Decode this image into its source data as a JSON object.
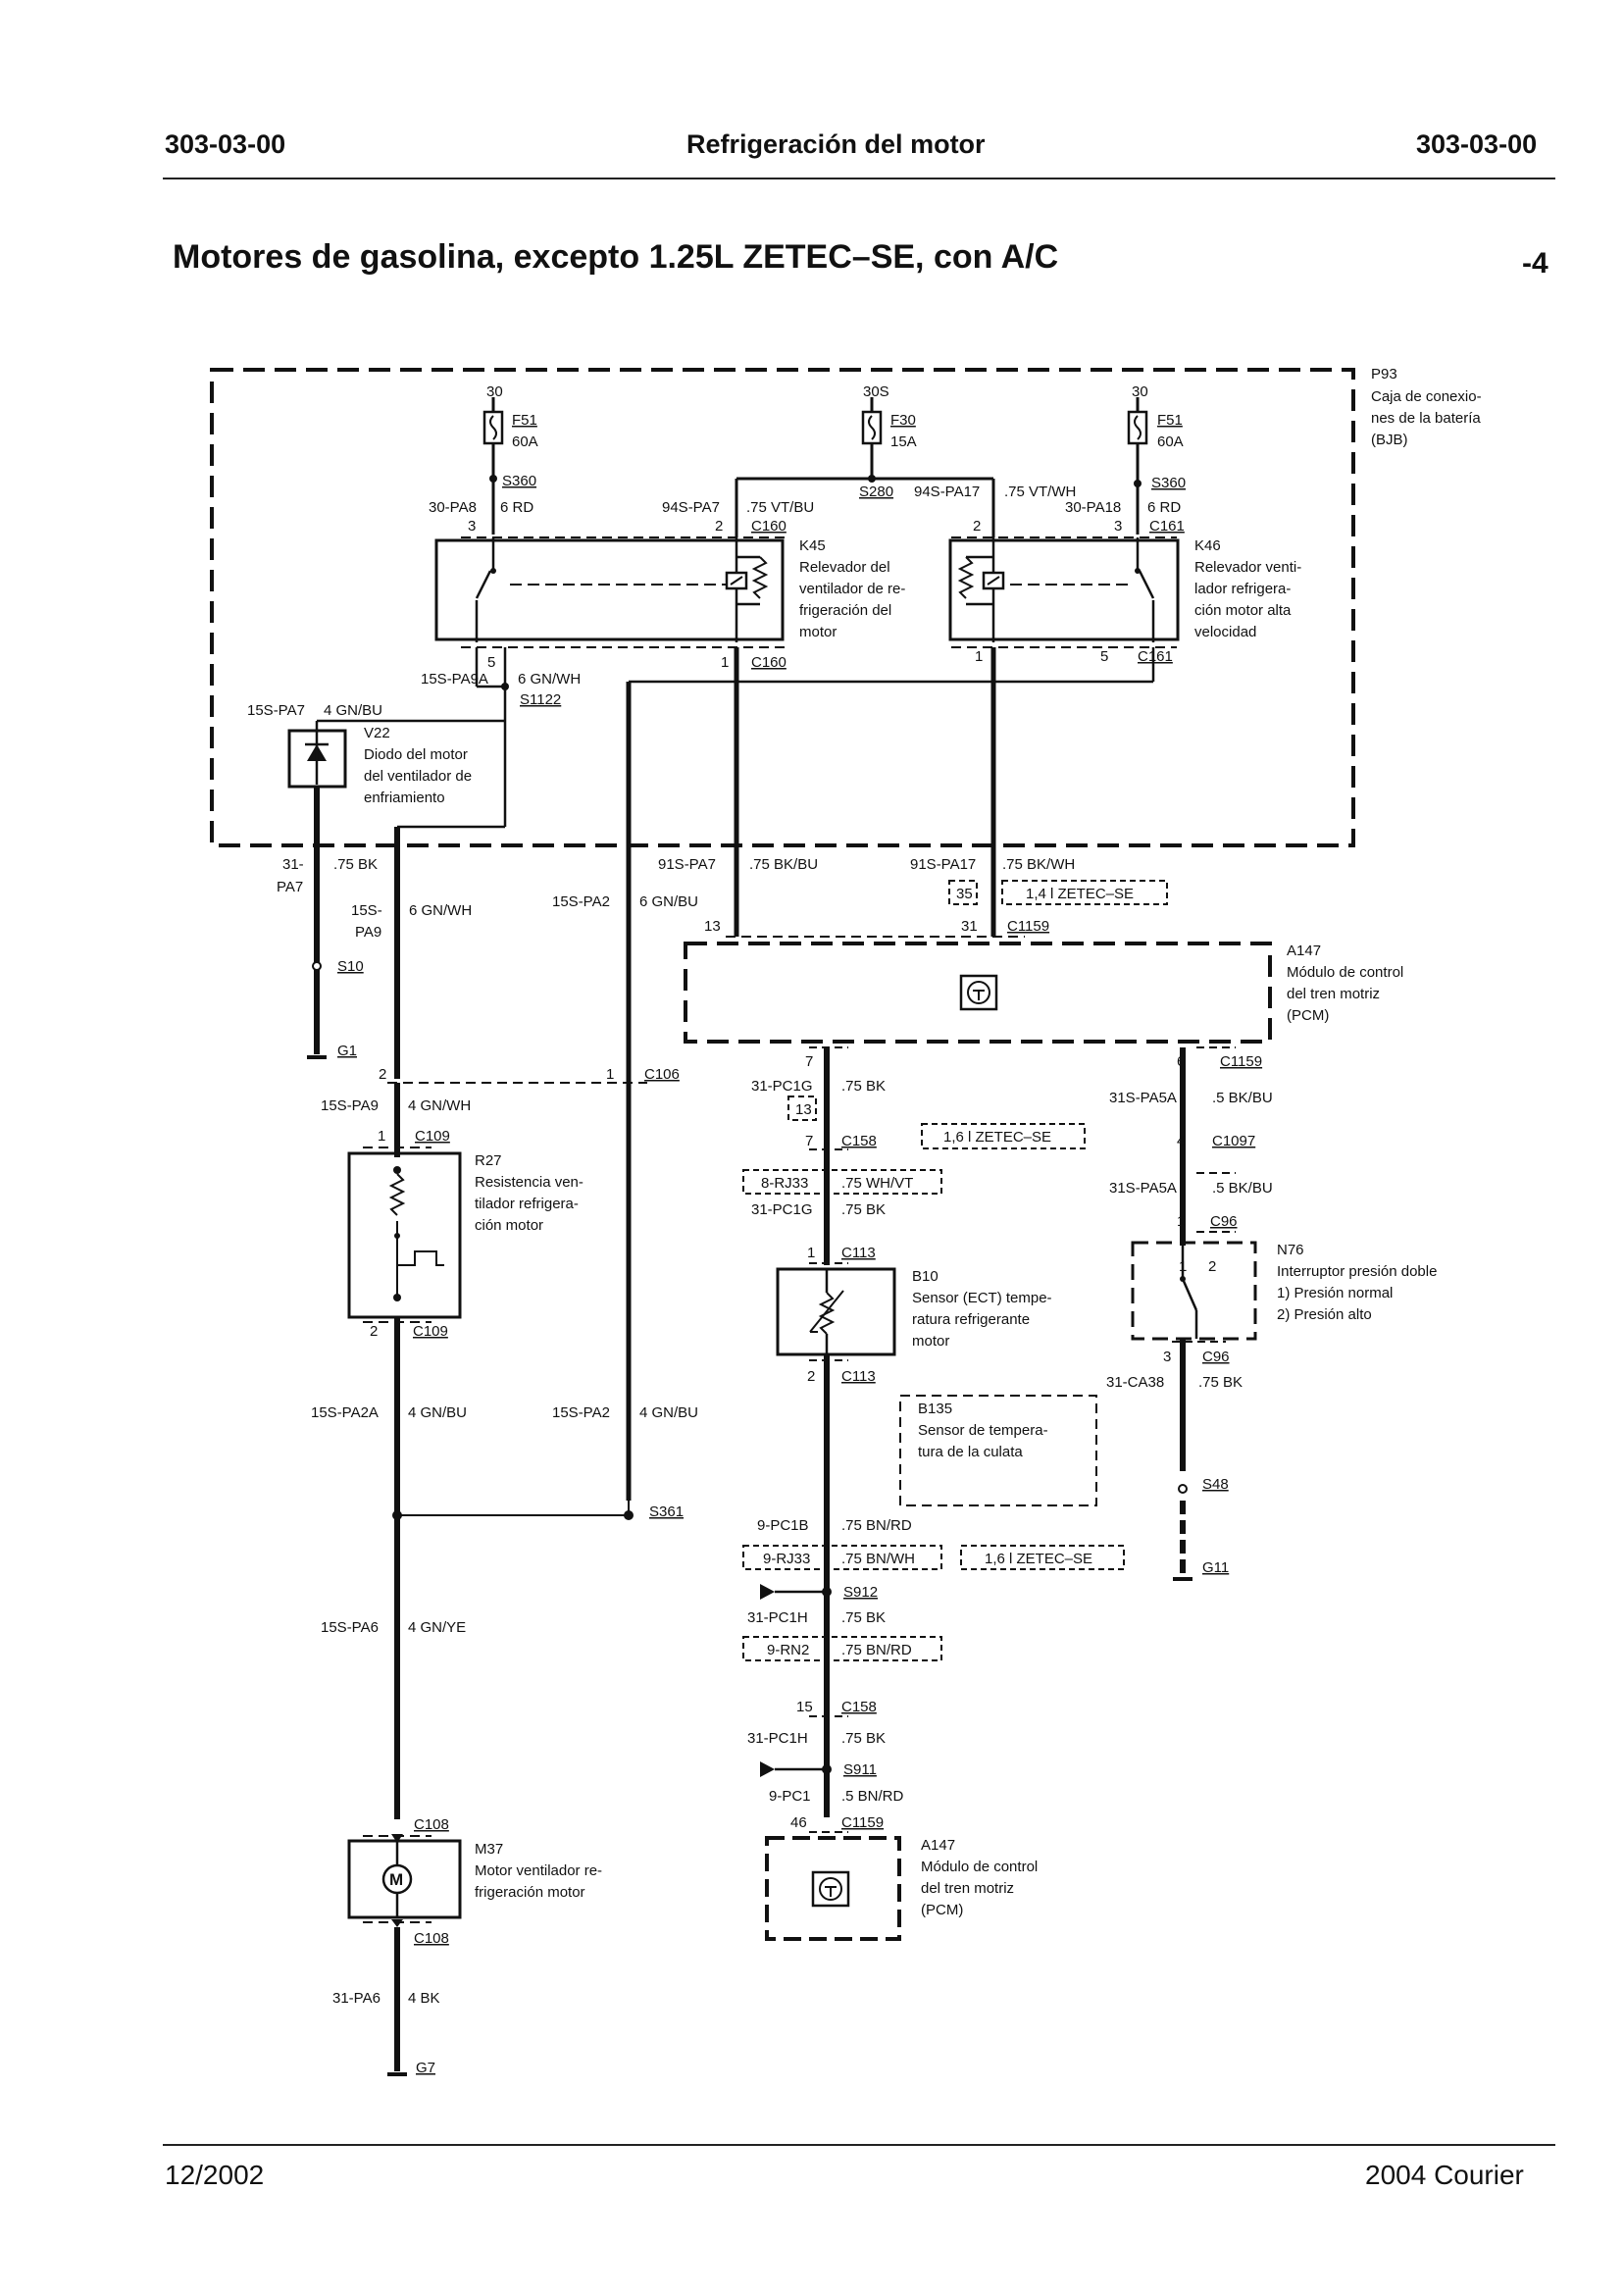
{
  "header": {
    "code_left": "303-03-00",
    "title": "Refrigeración del motor",
    "code_right": "303-03-00"
  },
  "subtitle": "Motores de gasolina, excepto 1.25L ZETEC–SE, con A/C",
  "page_number": "-4",
  "footer": {
    "date": "12/2002",
    "model": "2004 Courier"
  },
  "bjb": {
    "id": "P93",
    "desc": [
      "Caja de conexio-",
      "nes de la batería",
      "(BJB)"
    ]
  },
  "fuses": [
    {
      "feed": "30",
      "id": "F51",
      "amps": "60A"
    },
    {
      "feed": "30S",
      "id": "F30",
      "amps": "15A"
    },
    {
      "feed": "30",
      "id": "F51",
      "amps": "60A"
    }
  ],
  "splices_top": {
    "s360a": "S360",
    "s280": "S280",
    "s360b": "S360"
  },
  "wires_top": {
    "pa8": "30-PA8",
    "pa8_c": "6 RD",
    "pa7": "94S-PA7",
    "pa7_c": ".75 VT/BU",
    "pa17": "94S-PA17",
    "pa17_c": ".75 VT/WH",
    "pa18": "30-PA18",
    "pa18_c": "6 RD"
  },
  "relays": {
    "k45": {
      "id": "K45",
      "desc": [
        "Relevador del",
        "ventilador de re-",
        "frigeración del",
        "motor"
      ],
      "conn": "C160"
    },
    "k46": {
      "id": "K46",
      "desc": [
        "Relevador venti-",
        "lador refrigera-",
        "ción motor alta",
        "velocidad"
      ],
      "conn": "C161"
    }
  },
  "pins": {
    "p1": "1",
    "p2": "2",
    "p3": "3",
    "p4": "4",
    "p5": "5",
    "p6": "6",
    "p7": "7",
    "p13": "13",
    "p15": "15",
    "p31": "31",
    "p46": "46"
  },
  "diode": {
    "id": "V22",
    "desc": [
      "Diodo del motor",
      "del ventilador de",
      "enfriamiento"
    ],
    "wire": "15S-PA7",
    "color": "4 GN/BU"
  },
  "s1122": {
    "wire": "15S-PA9A",
    "color": "6 GN/WH",
    "splice": "S1122"
  },
  "mid_wires": {
    "pa7_31a": "31-",
    "pa7_31b": "PA7",
    "pa7_31c": ".75 BK",
    "pa9a": "15S-",
    "pa9b": "PA9",
    "pa9c": "6 GN/WH",
    "pa2": "15S-PA2",
    "pa2c": "6 GN/BU",
    "pa7_91": "91S-PA7",
    "pa7_91c": ".75 BK/BU",
    "pa17_91": "91S-PA17",
    "pa17_91c": ".75 BK/WH",
    "opt35": "35",
    "zetec14": "1,4 l ZETEC–SE"
  },
  "grounds": {
    "s10": "S10",
    "g1": "G1",
    "s48": "S48",
    "g11": "G11",
    "g7": "G7"
  },
  "pcm": {
    "id": "A147",
    "desc": [
      "Módulo de control",
      "del tren motriz",
      "(PCM)"
    ],
    "conn": "C1159"
  },
  "c106": "C106",
  "r27": {
    "wire": "15S-PA9",
    "color": "4 GN/WH",
    "conn": "C109",
    "id": "R27",
    "desc": [
      "Resistencia ven-",
      "tilador refrigera-",
      "ción motor"
    ]
  },
  "ect_chain": {
    "pc1g": "31-PC1G",
    "pc1g_c": ".75 BK",
    "opt13": "13",
    "c158": "C158",
    "zetec16": "1,6 l ZETEC–SE",
    "rj33": "8-RJ33",
    "rj33_c": ".75 WH/VT",
    "c113": "C113"
  },
  "b10": {
    "id": "B10",
    "desc": [
      "Sensor (ECT) tempe-",
      "ratura refrigerante",
      "motor"
    ]
  },
  "b135": {
    "id": "B135",
    "desc": [
      "Sensor de tempera-",
      "tura de la culata"
    ]
  },
  "pcm_right": {
    "pa5a": "31S-PA5A",
    "pa5a_c": ".5 BK/BU",
    "c1097": "C1097",
    "c96": "C96",
    "ca38": "31-CA38",
    "ca38_c": ".75 BK"
  },
  "n76": {
    "id": "N76",
    "desc": [
      "Interruptor presión doble"
    ],
    "opt1": "1)   Presión normal",
    "opt2": "2)   Presión alto"
  },
  "left_low": {
    "pa2a": "15S-PA2A",
    "pa2a_c": "4 GN/BU",
    "pa2": "15S-PA2",
    "pa2_c": "4 GN/BU",
    "s361": "S361",
    "pa6": "15S-PA6",
    "pa6_c": "4 GN/YE",
    "c108": "C108",
    "pa6g": "31-PA6",
    "pa6g_c": "4 BK"
  },
  "m37": {
    "id": "M37",
    "desc": [
      "Motor ventilador re-",
      "frigeración motor"
    ]
  },
  "low_chain": {
    "pc1b": "9-PC1B",
    "pc1b_c": ".75 BN/RD",
    "rj33b": "9-RJ33",
    "rj33b_c": ".75 BN/WH",
    "s912": "S912",
    "pc1h": "31-PC1H",
    "pc1h_c": ".75 BK",
    "rn2": "9-RN2",
    "rn2_c": ".75 BN/RD",
    "s911": "S911",
    "pc1": "9-PC1",
    "pc1_c": ".5 BN/RD"
  },
  "glyphs": {
    "motor": "M"
  }
}
